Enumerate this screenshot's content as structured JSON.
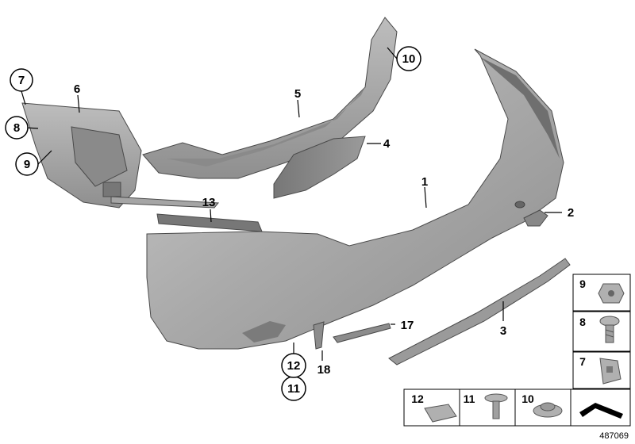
{
  "diagram": {
    "reference_number": "487069",
    "callouts": [
      {
        "id": "c1",
        "label": "1",
        "circled": false
      },
      {
        "id": "c2",
        "label": "2",
        "circled": false
      },
      {
        "id": "c3",
        "label": "3",
        "circled": false
      },
      {
        "id": "c4",
        "label": "4",
        "circled": false
      },
      {
        "id": "c5",
        "label": "5",
        "circled": false
      },
      {
        "id": "c6",
        "label": "6",
        "circled": false
      },
      {
        "id": "c7",
        "label": "7",
        "circled": true
      },
      {
        "id": "c8",
        "label": "8",
        "circled": true
      },
      {
        "id": "c9",
        "label": "9",
        "circled": true
      },
      {
        "id": "c10",
        "label": "10",
        "circled": true
      },
      {
        "id": "c11",
        "label": "11",
        "circled": true
      },
      {
        "id": "c12",
        "label": "12",
        "circled": true
      },
      {
        "id": "c13",
        "label": "13",
        "circled": false
      },
      {
        "id": "c17",
        "label": "17",
        "circled": false
      },
      {
        "id": "c18",
        "label": "18",
        "circled": false
      }
    ],
    "hardware_boxes": [
      {
        "label": "9"
      },
      {
        "label": "8"
      },
      {
        "label": "7"
      },
      {
        "label": "12"
      },
      {
        "label": "11"
      },
      {
        "label": "10"
      }
    ]
  }
}
